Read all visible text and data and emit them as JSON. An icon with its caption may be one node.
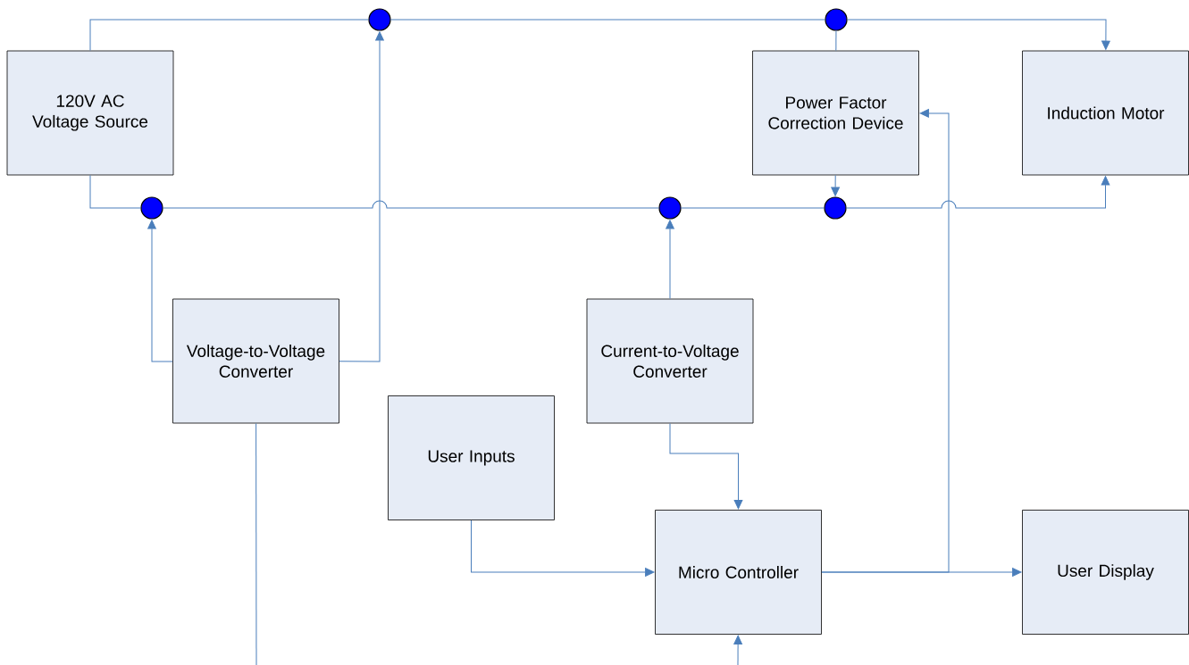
{
  "diagram": {
    "nodes": [
      {
        "text": [],
        "shape": "circle"
      },
      {
        "text": [],
        "shape": "circle"
      },
      {
        "text": [
          "120V AC Voltage Source"
        ]
      },
      {
        "text": [
          "Power Factor Correction Device"
        ]
      },
      {
        "text": [
          "Induction Motor"
        ]
      },
      {
        "text": [],
        "shape": "circle"
      },
      {
        "text": [],
        "shape": "circle"
      },
      {
        "text": [],
        "shape": "circle"
      },
      {
        "text": [
          "Voltage-to-Voltage Converter"
        ]
      },
      {
        "text": [
          "Current-to-Voltage Converter"
        ]
      },
      {
        "text": [
          "User Inputs"
        ]
      },
      {
        "text": [
          "Micro Controller"
        ]
      },
      {
        "text": [
          "User Display"
        ]
      }
    ],
    "edges": [
      {
        "from": 2,
        "to": 0,
        "arrow": "none"
      },
      {
        "from": 0,
        "to": 1,
        "arrow": "none"
      },
      {
        "from": 1,
        "to": 4,
        "arrow": "to"
      },
      {
        "from": 1,
        "to": 3,
        "arrow": "none"
      },
      {
        "from": 2,
        "to": 5,
        "arrow": "none"
      },
      {
        "from": 5,
        "to": 6,
        "arrow": "none"
      },
      {
        "from": 6,
        "to": 7,
        "arrow": "none"
      },
      {
        "from": 3,
        "to": 7,
        "arrow": "to"
      },
      {
        "from": 7,
        "to": 4,
        "arrow": "to"
      },
      {
        "from": 8,
        "to": 5,
        "arrow": "to"
      },
      {
        "from": 8,
        "to": 0,
        "arrow": "to"
      },
      {
        "from": 9,
        "to": 6,
        "arrow": "to"
      },
      {
        "from": 9,
        "to": 11,
        "arrow": "to"
      },
      {
        "from": 10,
        "to": 11,
        "arrow": "to"
      },
      {
        "from": 11,
        "to": 12,
        "arrow": "to"
      },
      {
        "from": 11,
        "to": 3,
        "arrow": "to"
      },
      {
        "from": 8,
        "to": null,
        "arrow": "none"
      },
      {
        "from": null,
        "to": 11,
        "arrow": "to"
      }
    ]
  }
}
